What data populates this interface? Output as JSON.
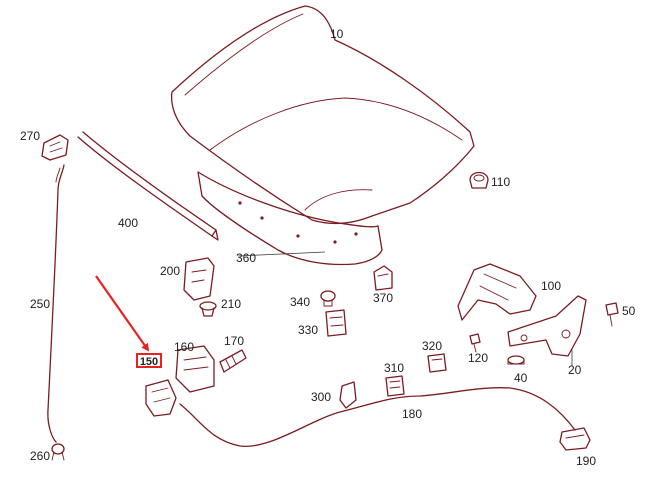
{
  "diagram": {
    "part_labels": {
      "p10": "10",
      "p20": "20",
      "p40": "40",
      "p50": "50",
      "p100": "100",
      "p110": "110",
      "p120": "120",
      "p160": "160",
      "p170": "170",
      "p180": "180",
      "p190": "190",
      "p200": "200",
      "p210": "210",
      "p250": "250",
      "p260": "260",
      "p270": "270",
      "p300": "300",
      "p310": "310",
      "p320": "320",
      "p330": "330",
      "p340": "340",
      "p360": "360",
      "p370": "370",
      "p400": "400"
    },
    "highlight_label": "150",
    "colors": {
      "line": "#7a1c22",
      "highlight": "#e8231f",
      "text": "#222222"
    }
  }
}
